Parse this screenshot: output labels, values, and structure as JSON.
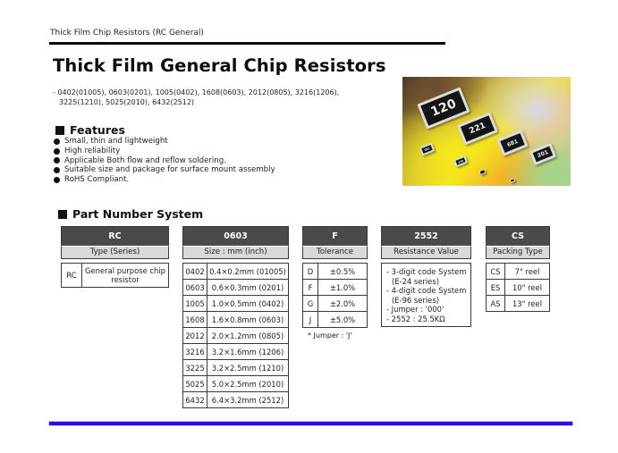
{
  "running_header": "Thick Film Chip Resistors (RC General)",
  "title": "Thick Film General Chip Resistors",
  "size_line_1": "- 0402(01005), 0603(0201), 1005(0402), 1608(0603), 2012(0805), 3216(1206),",
  "size_line_2": "3225(1210), 5025(2010), 6432(2512)",
  "features": {
    "title": "Features",
    "items": [
      "Small, thin and lightweight",
      "High reliability",
      "Applicable Both flow and reflow soldering.",
      "Suitable size and package for surface mount assembly",
      "RoHS Compliant."
    ]
  },
  "photo": {
    "chip_labels": [
      "120",
      "221",
      "681",
      "201",
      "681",
      "330"
    ]
  },
  "part_number_system": {
    "title": "Part Number System",
    "type": {
      "code": "RC",
      "label": "Type (Series)",
      "rows": [
        {
          "code": "RC",
          "desc": "General purpose chip resistor"
        }
      ]
    },
    "size": {
      "code": "0603",
      "label": "Size : mm (inch)",
      "rows": [
        {
          "code": "0402",
          "desc": "0.4×0.2mm (01005)"
        },
        {
          "code": "0603",
          "desc": "0.6×0.3mm (0201)"
        },
        {
          "code": "1005",
          "desc": "1.0×0.5mm (0402)"
        },
        {
          "code": "1608",
          "desc": "1.6×0.8mm (0603)"
        },
        {
          "code": "2012",
          "desc": "2.0×1.2mm (0805)"
        },
        {
          "code": "3216",
          "desc": "3.2×1.6mm (1206)"
        },
        {
          "code": "3225",
          "desc": "3.2×2.5mm (1210)"
        },
        {
          "code": "5025",
          "desc": "5.0×2.5mm (2010)"
        },
        {
          "code": "6432",
          "desc": "6.4×3.2mm (2512)"
        }
      ]
    },
    "tolerance": {
      "code": "F",
      "label": "Tolerance",
      "rows": [
        {
          "code": "D",
          "desc": "±0.5%"
        },
        {
          "code": "F",
          "desc": "±1.0%"
        },
        {
          "code": "G",
          "desc": "±2.0%"
        },
        {
          "code": "J",
          "desc": "±5.0%"
        }
      ],
      "note": "* Jumper : 'J'"
    },
    "resistance": {
      "code": "2552",
      "label": "Resistance Value",
      "lines": [
        "- 3-digit code System",
        "(E-24 series)",
        "- 4-digit code System",
        "(E-96 series)",
        "- Jumper : '000'",
        "- 2552 : 25.5KΩ"
      ]
    },
    "packing": {
      "code": "CS",
      "label": "Packing Type",
      "rows": [
        {
          "code": "CS",
          "desc": "7\" reel"
        },
        {
          "code": "ES",
          "desc": "10\" reel"
        },
        {
          "code": "AS",
          "desc": "13\" reel"
        }
      ]
    }
  },
  "colors": {
    "header_cell": "#4a4a4a",
    "subheader_cell": "#d9d9d9",
    "footer_rule": "#2a0fe0"
  }
}
